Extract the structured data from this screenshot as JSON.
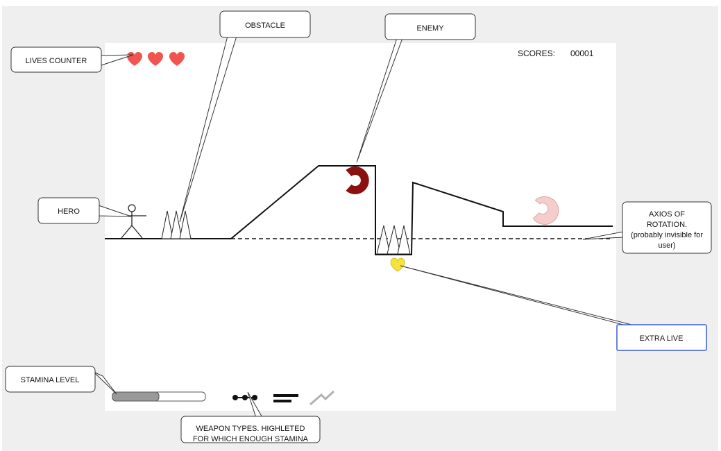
{
  "scoreboard": {
    "label": "SCORES:",
    "value": "00001"
  },
  "lives": {
    "count": 3,
    "color": "#f0554f",
    "icon": "heart-icon"
  },
  "extra_life": {
    "color": "#f5e33c",
    "icon": "heart-icon"
  },
  "enemies": {
    "primary_color": "#8b1111",
    "secondary_color": "#f5cdcb",
    "icon": "horseshoe-enemy-icon"
  },
  "stamina": {
    "level": 0.5,
    "fill_color": "#999999"
  },
  "weapons": [
    {
      "icon": "chain-weapon-icon",
      "highlighted": true
    },
    {
      "icon": "bars-weapon-icon",
      "highlighted": true
    },
    {
      "icon": "zigzag-weapon-icon",
      "highlighted": false
    }
  ],
  "callouts": {
    "lives_counter": "LIVES COUNTER",
    "obstacle": "OBSTACLE",
    "enemy": "ENEMY",
    "hero": "HERO",
    "axis": [
      "AXIOS OF",
      "ROTATION.",
      "(probably invisible for",
      "user)"
    ],
    "extra_live": "EXTRA LIVE",
    "stamina_level": "STAMINA LEVEL",
    "weapon_types": [
      "WEAPON TYPES. HIGHLETED",
      "FOR WHICH ENOUGH STAMINA"
    ]
  },
  "colors": {
    "selected_callout_border": "#3c5fd6"
  }
}
